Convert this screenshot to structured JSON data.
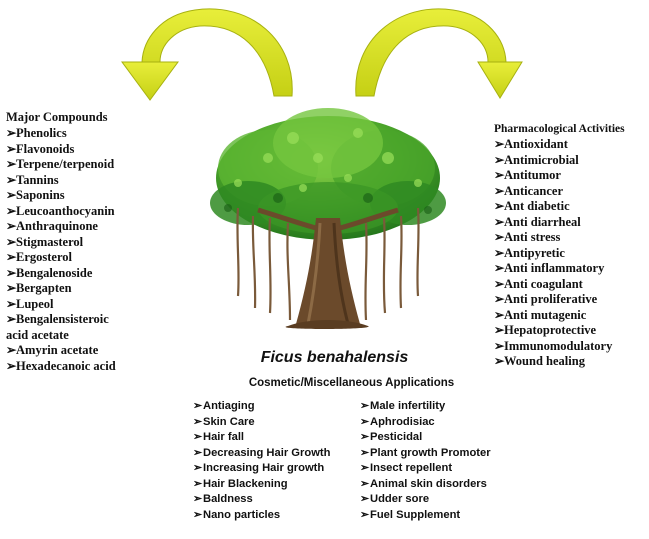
{
  "major_compounds": {
    "title": "Major Compounds",
    "items": [
      "Phenolics",
      "Flavonoids",
      "Terpene/terpenoid",
      "Tannins",
      "Saponins",
      "Leucoanthocyanin",
      "Anthraquinone",
      "Stigmasterol",
      "Ergosterol",
      "Bengalenoside",
      "Bergapten",
      "Lupeol",
      "Bengalensisteroic acid acetate",
      "Amyrin acetate",
      "Hexadecanoic acid"
    ]
  },
  "pharmacological": {
    "title": "Pharmacological Activities",
    "items": [
      "Antioxidant",
      "Antimicrobial",
      "Antitumor",
      "Anticancer",
      "Ant diabetic",
      "Anti diarrheal",
      "Anti stress",
      "Antipyretic",
      "Anti inflammatory",
      "Anti coagulant",
      "Anti proliferative",
      "Anti mutagenic",
      "Hepatoprotective",
      "Immunomodulatory",
      "Wound healing"
    ]
  },
  "species": "Ficus benahalensis",
  "applications": {
    "title": "Cosmetic/Miscellaneous Applications",
    "left": [
      "Antiaging",
      "Skin Care",
      "Hair fall",
      "Decreasing Hair Growth",
      "Increasing Hair growth",
      "Hair Blackening",
      "Baldness",
      "Nano particles"
    ],
    "right": [
      "Male infertility",
      "Aphrodisiac",
      "Pesticidal",
      "Plant growth Promoter",
      "Insect repellent",
      "Animal skin disorders",
      "Udder sore",
      "Fuel Supplement"
    ]
  },
  "bullet_glyph": "➢",
  "colors": {
    "arrow": "#d4de1e",
    "arrow_edge": "#9aa40c",
    "leaf_dark": "#1f7d1c",
    "leaf_light": "#6fc236",
    "trunk": "#6b4a2b"
  }
}
